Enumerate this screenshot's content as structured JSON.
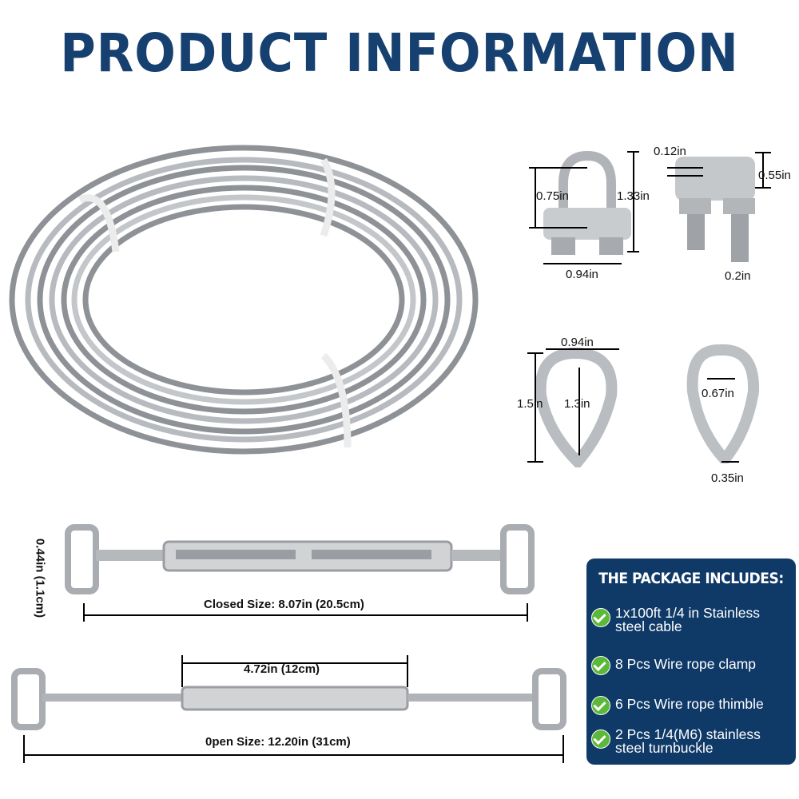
{
  "title": "PRODUCT INFORMATION",
  "clamp": {
    "inner_height": "0.75in",
    "height": "1.33in",
    "width": "0.94in",
    "gap": "0.12in",
    "base_height": "0.55in",
    "bolt": "0.2in"
  },
  "thimble": {
    "width": "0.94in",
    "height": "1.5in",
    "inner_height": "1.3in",
    "inner_width": "0.67in",
    "groove": "0.35in"
  },
  "turnbuckle": {
    "jaw": "0.44in (1.1cm)",
    "closed": "Closed Size: 8.07in (20.5cm)",
    "body": "4.72in (12cm)",
    "open": "0pen Size: 12.20in  (31cm)"
  },
  "package": {
    "heading": "THE PACKAGE INCLUDES:",
    "items": [
      {
        "line1": "1x100ft 1/4 in Stainless",
        "line2": "steel cable"
      },
      {
        "line1": "8 Pcs Wire rope clamp",
        "line2": ""
      },
      {
        "line1": "6 Pcs Wire rope thimble",
        "line2": ""
      },
      {
        "line1": "2 Pcs 1/4(M6) stainless",
        "line2": "steel turnbuckle"
      }
    ]
  },
  "colors": {
    "title": "#16406f",
    "panel": "#0f3a68",
    "check": "#5cb83a",
    "steel": "#9a9ea3"
  }
}
